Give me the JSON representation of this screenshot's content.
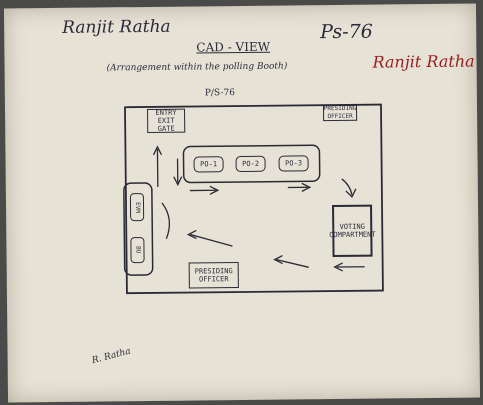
{
  "header": {
    "name_left": "Ranjit Ratha",
    "ps_number": "Ps-76",
    "title": "CAD - VIEW",
    "subtitle": "(Arrangement within the polling Booth)",
    "booth_ref": "P/S-76",
    "name_right": "Ranjit Ratha"
  },
  "layout": {
    "entry_exit": "ENTRY EXIT GATE",
    "presiding_officer_top": "PRESIDING OFFICER",
    "polling_officers": [
      "PO-1",
      "PO-2",
      "PO-3"
    ],
    "evm_units": [
      "EVM",
      "BU"
    ],
    "voting_compartment": "VOTING COMPARTMENT",
    "presiding_officer_bottom": "PRESIDING OFFICER"
  },
  "footer": {
    "signature": "R. Ratha"
  },
  "colors": {
    "paper": "#e7e2d6",
    "ink": "#2b2b3a",
    "red_ink": "#9b1d1d"
  }
}
